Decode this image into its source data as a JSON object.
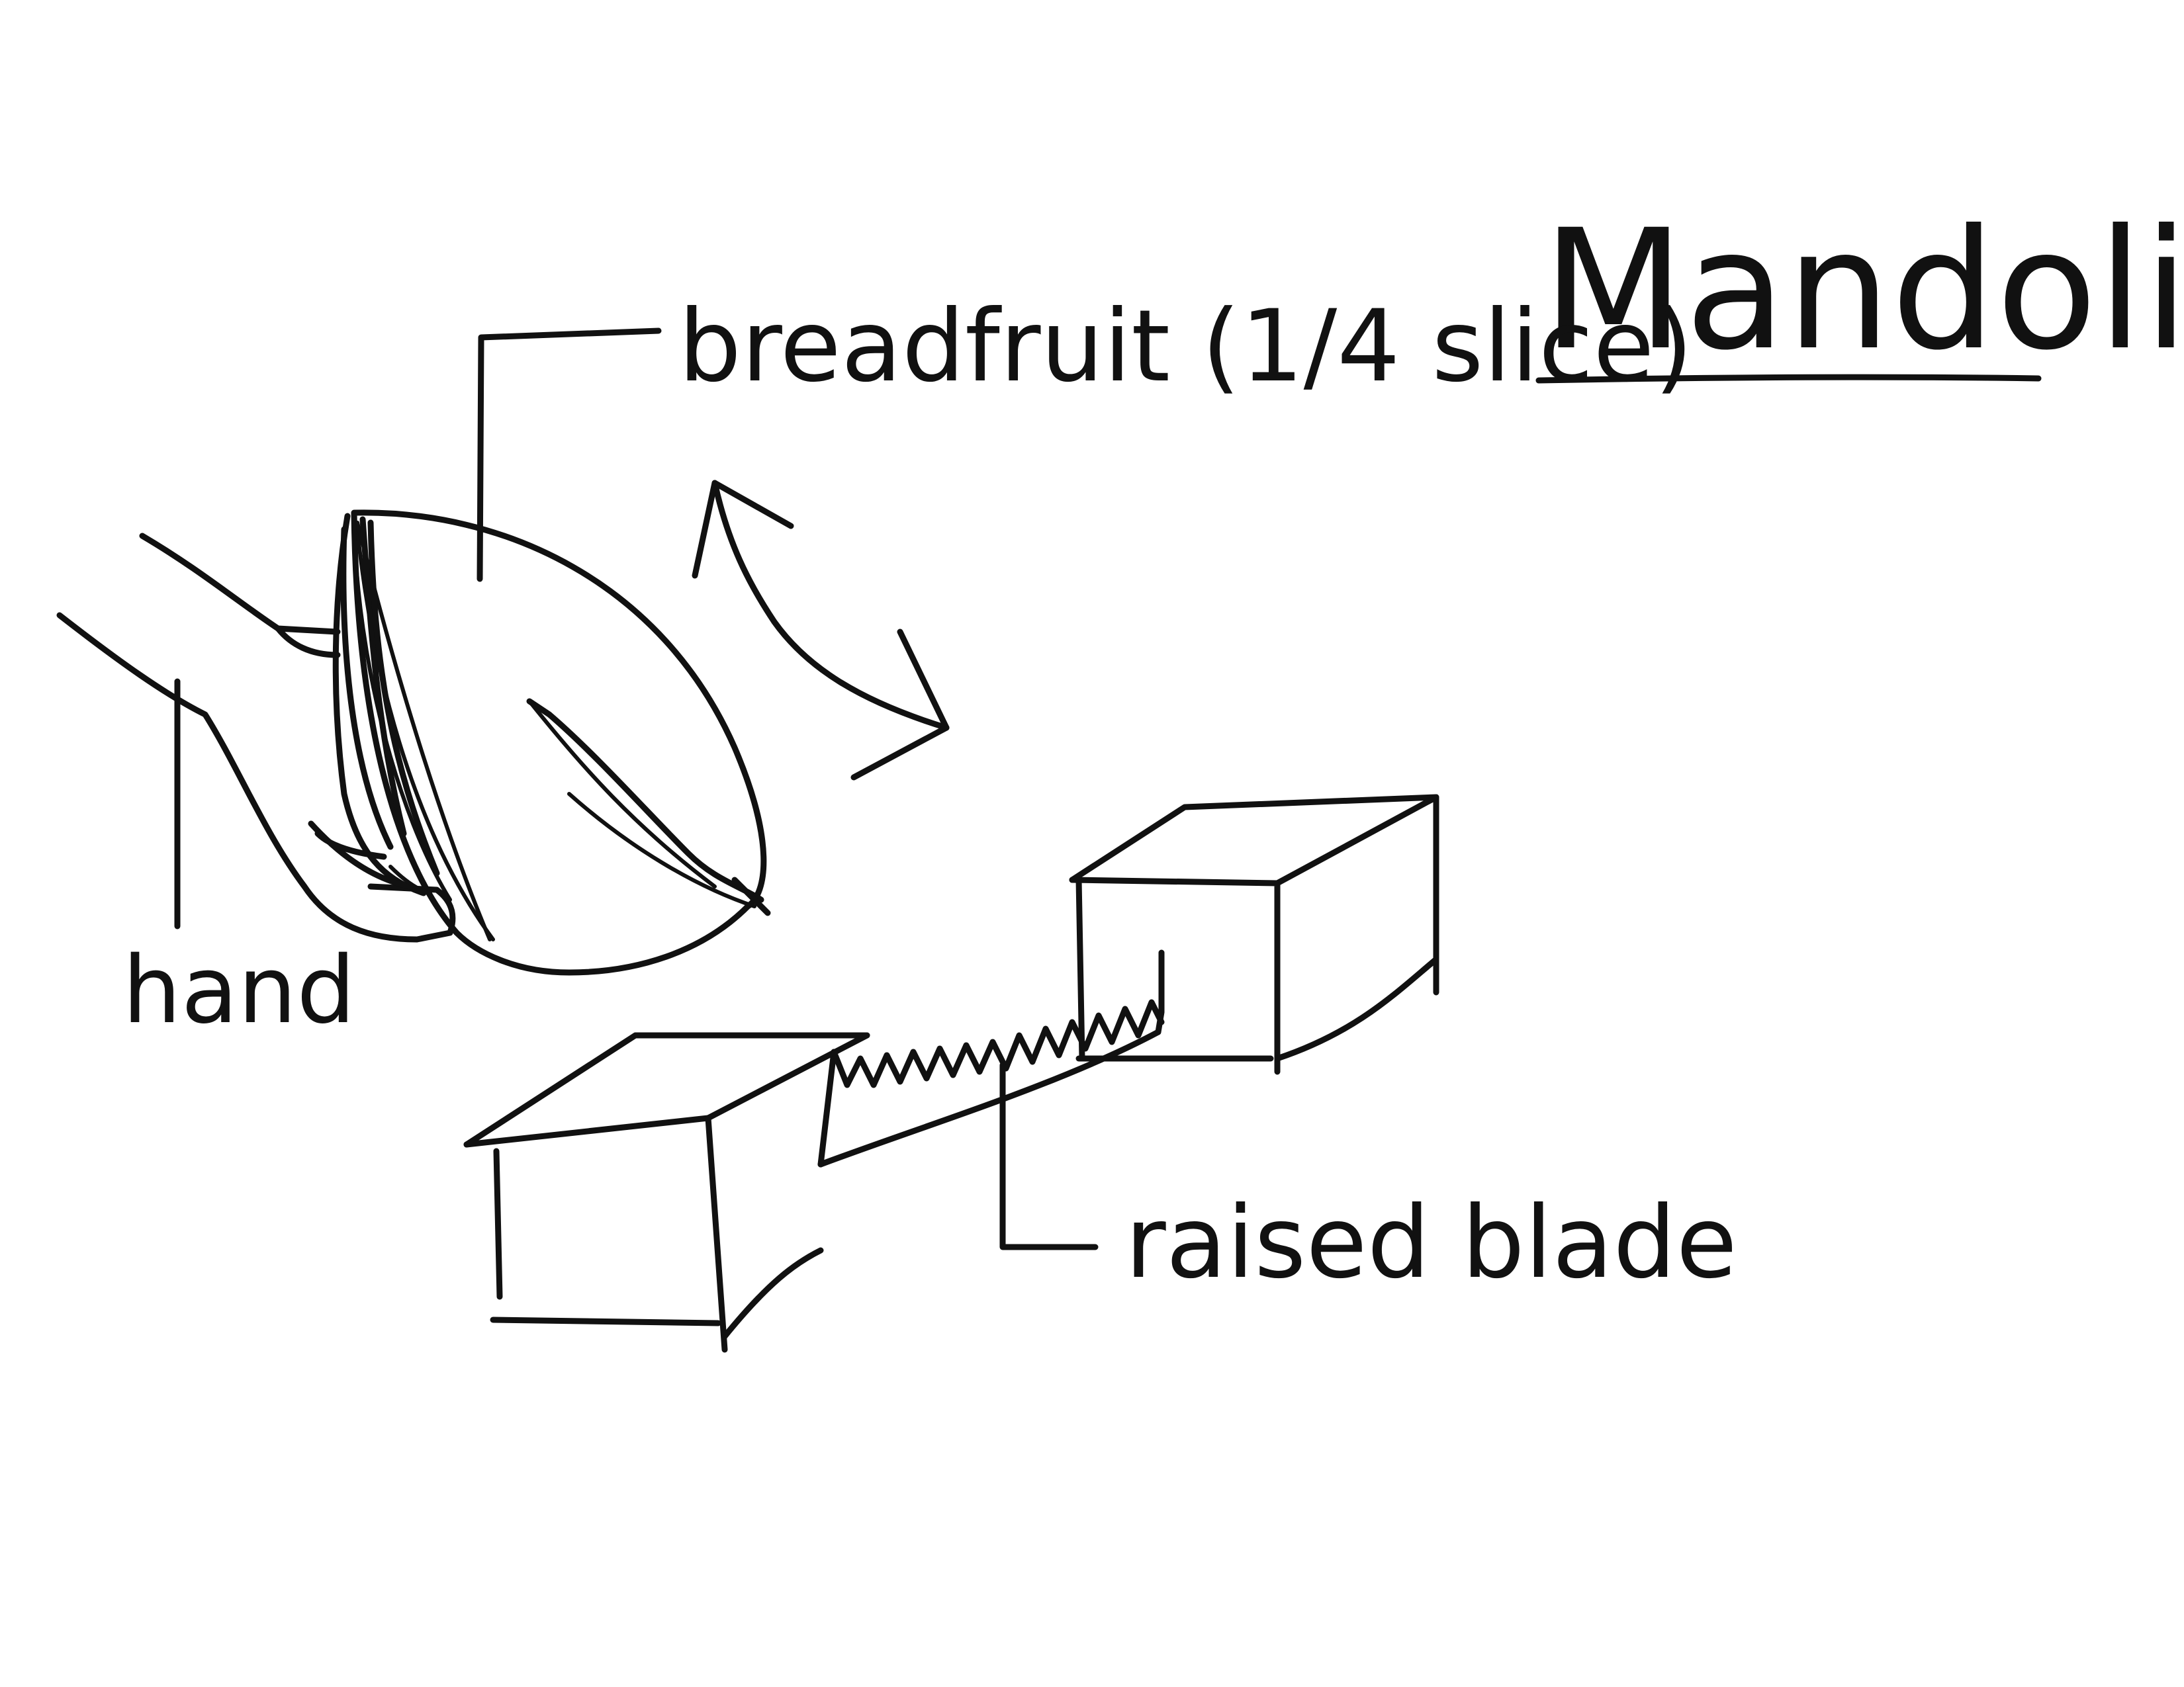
{
  "title": "Mandolin",
  "labels": {
    "breadfruit": "breadfruit (1/4 slice)",
    "hand": "hand",
    "raised_blade": "raised blade"
  },
  "colors": {
    "ink": "#111111",
    "paper": "#ffffff"
  }
}
